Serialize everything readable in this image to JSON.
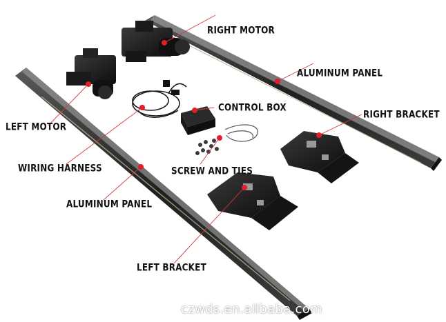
{
  "labels": {
    "right_motor": "RIGHT MOTOR",
    "aluminum_panel_right": "ALUMINUM PANEL",
    "control_box": "CONTROL BOX",
    "right_bracket": "RIGHT BRACKET",
    "left_motor": "LEFT MOTOR",
    "wiring_harness": "WIRING HARNESS",
    "screw_and_ties": "SCREW AND TIES",
    "aluminum_panel_left": "ALUMINUM PANEL",
    "left_bracket": "LEFT BRACKET"
  },
  "watermark": "czwds.en.alibaba.com",
  "colors": {
    "pointer": "#e11d2a",
    "leader_line": "#d63a3a",
    "panel_dark": "#222222",
    "panel_edge": "#8c8c8c"
  }
}
